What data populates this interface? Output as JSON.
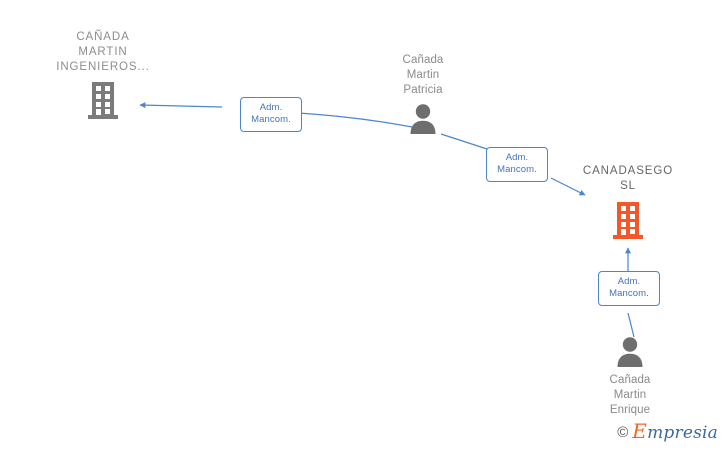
{
  "graph": {
    "title": "Mercantile relations graph",
    "background": "#ffffff",
    "colors": {
      "edge": "#4a86cf",
      "label_border": "#4a86cf",
      "label_text": "#3f74c2",
      "company_icon_gray": "#7b7b7b",
      "company_icon_orange": "#f4572a",
      "person_icon": "#6e6e6e",
      "node_text": "#8a8a8a",
      "main_node_text": "#666666"
    },
    "nodes": [
      {
        "id": "canada-martin-ingenieros",
        "type": "company",
        "icon": "building-icon",
        "highlight": false,
        "label_lines": [
          "CAÑADA",
          "MARTIN",
          "INGENIEROS..."
        ]
      },
      {
        "id": "canada-martin-patricia",
        "type": "person",
        "icon": "person-icon",
        "label_lines": [
          "Cañada",
          "Martin",
          "Patricia"
        ]
      },
      {
        "id": "canadasego-sl",
        "type": "company",
        "icon": "building-icon",
        "highlight": true,
        "label_lines": [
          "CANADASEGO",
          "SL"
        ]
      },
      {
        "id": "canada-martin-enrique",
        "type": "person",
        "icon": "person-icon",
        "label_lines": [
          "Cañada",
          "Martin",
          "Enrique"
        ]
      }
    ],
    "edges": [
      {
        "id": "patricia-to-ingenieros",
        "from": "canada-martin-patricia",
        "to": "canada-martin-ingenieros",
        "label_line1": "Adm.",
        "label_line2": "Mancom."
      },
      {
        "id": "patricia-to-canadasego",
        "from": "canada-martin-patricia",
        "to": "canadasego-sl",
        "label_line1": "Adm.",
        "label_line2": "Mancom."
      },
      {
        "id": "enrique-to-canadasego",
        "from": "canada-martin-enrique",
        "to": "canadasego-sl",
        "label_line1": "Adm.",
        "label_line2": "Mancom."
      }
    ]
  },
  "watermark": {
    "copyright": "©",
    "brand_initial": "E",
    "brand_rest": "mpresia"
  }
}
